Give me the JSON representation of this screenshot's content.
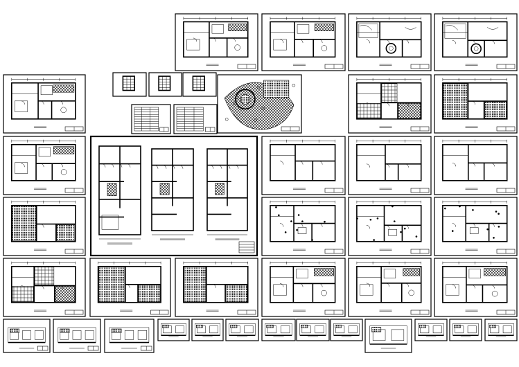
{
  "sheet": {
    "drawings": [
      {
        "id": "d01",
        "kind": "plan-furnished"
      },
      {
        "id": "d02",
        "kind": "plan-furnished"
      },
      {
        "id": "d03",
        "kind": "plan-ceiling"
      },
      {
        "id": "d04",
        "kind": "plan-ceiling"
      },
      {
        "id": "d05",
        "kind": "plan-furnished"
      },
      {
        "id": "d06",
        "kind": "detail-small"
      },
      {
        "id": "d07",
        "kind": "detail-small"
      },
      {
        "id": "d08",
        "kind": "detail-small"
      },
      {
        "id": "d09",
        "kind": "site-plan"
      },
      {
        "id": "d10",
        "kind": "plan-tiled"
      },
      {
        "id": "d11",
        "kind": "plan-hatched"
      },
      {
        "id": "d12",
        "kind": "schedule-table"
      },
      {
        "id": "d13",
        "kind": "schedule-table"
      },
      {
        "id": "d14",
        "kind": "plan-furnished"
      },
      {
        "id": "d15",
        "kind": "floor-plans-set"
      },
      {
        "id": "d16",
        "kind": "plan-outline"
      },
      {
        "id": "d17",
        "kind": "plan-outline"
      },
      {
        "id": "d18",
        "kind": "plan-outline"
      },
      {
        "id": "d19",
        "kind": "plan-hatched"
      },
      {
        "id": "d20",
        "kind": "plan-electrical"
      },
      {
        "id": "d21",
        "kind": "plan-electrical"
      },
      {
        "id": "d22",
        "kind": "plan-electrical"
      },
      {
        "id": "d23",
        "kind": "plan-tiled"
      },
      {
        "id": "d24",
        "kind": "plan-hatched"
      },
      {
        "id": "d25",
        "kind": "plan-hatched"
      },
      {
        "id": "d26",
        "kind": "plan-furnished"
      },
      {
        "id": "d27",
        "kind": "plan-furnished"
      },
      {
        "id": "d28",
        "kind": "plan-furnished"
      },
      {
        "id": "e01",
        "kind": "elevation"
      },
      {
        "id": "e02",
        "kind": "elevation"
      },
      {
        "id": "e03",
        "kind": "elevation"
      },
      {
        "id": "e04",
        "kind": "elevation-small"
      },
      {
        "id": "e05",
        "kind": "elevation-small"
      },
      {
        "id": "e06",
        "kind": "elevation-small"
      },
      {
        "id": "e07",
        "kind": "elevation-small"
      },
      {
        "id": "e08",
        "kind": "elevation-small"
      },
      {
        "id": "e09",
        "kind": "elevation-small"
      },
      {
        "id": "e10",
        "kind": "elevation-small"
      },
      {
        "id": "e11",
        "kind": "elevation-small"
      },
      {
        "id": "e12",
        "kind": "elevation-small"
      },
      {
        "id": "e13",
        "kind": "elevation-small"
      }
    ]
  }
}
